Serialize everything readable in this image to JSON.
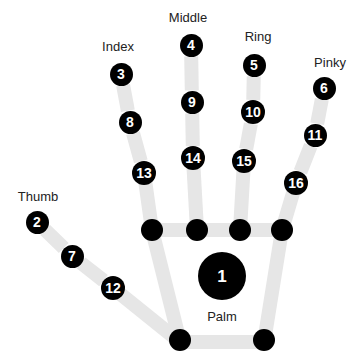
{
  "diagram": {
    "nodes": [
      {
        "text": [
          "1"
        ]
      },
      {
        "text": [
          "2"
        ]
      },
      {
        "text": [
          "3"
        ]
      },
      {
        "text": [
          "4"
        ]
      },
      {
        "text": [
          "5"
        ]
      },
      {
        "text": [
          "6"
        ]
      },
      {
        "text": [
          "7"
        ]
      },
      {
        "text": [
          "8"
        ]
      },
      {
        "text": [
          "9"
        ]
      },
      {
        "text": [
          "10"
        ]
      },
      {
        "text": [
          "11"
        ]
      },
      {
        "text": [
          "12"
        ]
      },
      {
        "text": [
          "13"
        ]
      },
      {
        "text": [
          "14"
        ]
      },
      {
        "text": [
          "15"
        ]
      },
      {
        "text": [
          "16"
        ]
      }
    ],
    "edges": [
      {
        "from": 1,
        "to": 6,
        "arrow": "none"
      },
      {
        "from": 6,
        "to": 11,
        "arrow": "none"
      },
      {
        "from": 2,
        "to": 7,
        "arrow": "none"
      },
      {
        "from": 7,
        "to": 12,
        "arrow": "none"
      },
      {
        "from": 3,
        "to": 8,
        "arrow": "none"
      },
      {
        "from": 8,
        "to": 13,
        "arrow": "none"
      },
      {
        "from": 4,
        "to": 9,
        "arrow": "none"
      },
      {
        "from": 9,
        "to": 14,
        "arrow": "none"
      },
      {
        "from": 5,
        "to": 10,
        "arrow": "none"
      },
      {
        "from": 10,
        "to": 15,
        "arrow": "none"
      }
    ],
    "labels": [
      "Thumb",
      "Index",
      "Middle",
      "Ring",
      "Pinky",
      "Palm"
    ]
  }
}
